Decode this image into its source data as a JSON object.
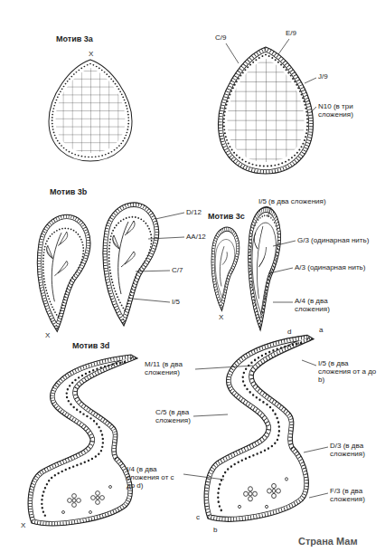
{
  "diagram": {
    "labels": [
      "Мотив 3a",
      "X",
      "C/9",
      "E/9",
      "J/9",
      "N10 (в три сложения)",
      "Мотив 3b",
      "X",
      "D/12",
      "AA/12",
      "C/7",
      "I/5",
      "Мотив 3c",
      "X",
      "I/5 (в два сложения)",
      "G/3 (одинарная нить)",
      "A/3 (одинарная нить)",
      "A/4 (в два сложения)",
      "Мотив 3d",
      "X",
      "d",
      "a",
      "M/11 (в два сложения)",
      "I/5 (в два сложения от a до b)",
      "C/5 (в два сложения)",
      "I/4 (в два сложения от c до d)",
      "D/3 (в два сложения)",
      "F/3 (в два сложения)",
      "c",
      "b",
      "Страна Мам"
    ]
  }
}
